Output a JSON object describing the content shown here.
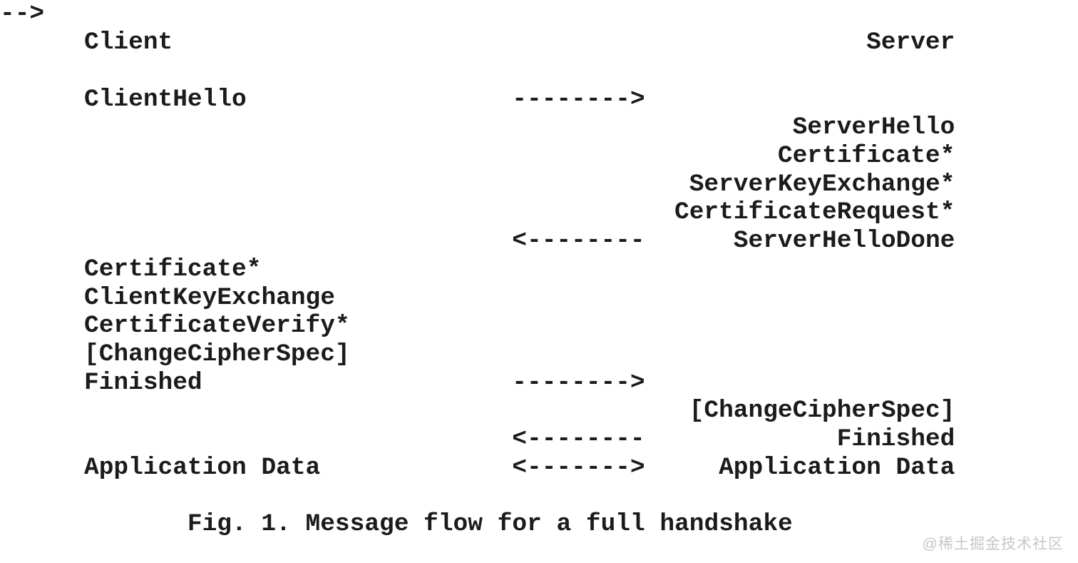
{
  "diagram": {
    "actors": {
      "client": "Client",
      "server": "Server"
    },
    "arrows": {
      "right": "-------->",
      "left": "<--------",
      "both": "<------->"
    },
    "flight1": {
      "client_hello": "ClientHello"
    },
    "flight2": {
      "server_hello": "ServerHello",
      "certificate": "Certificate*",
      "server_key_exchange": "ServerKeyExchange*",
      "certificate_request": "CertificateRequest*",
      "server_hello_done": "ServerHelloDone"
    },
    "flight3": {
      "certificate": "Certificate*",
      "client_key_exchange": "ClientKeyExchange",
      "certificate_verify": "CertificateVerify*",
      "change_cipher_spec": "[ChangeCipherSpec]",
      "finished": "Finished"
    },
    "flight4": {
      "change_cipher_spec": "[ChangeCipherSpec]",
      "finished": "Finished"
    },
    "app_data": {
      "client": "Application Data",
      "server": "Application Data"
    },
    "caption": "Fig. 1. Message flow for a full handshake"
  },
  "watermark": "@稀土掘金技术社区"
}
